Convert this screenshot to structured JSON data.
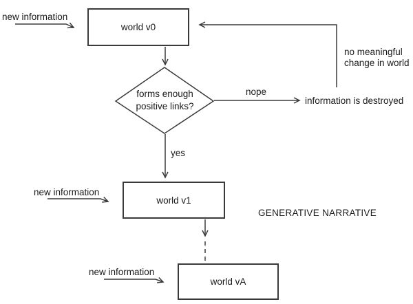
{
  "diagram": {
    "caption": "GENERATIVE NARRATIVE",
    "colors": {
      "background": "#ffffff",
      "line": "#3a3a3a",
      "text": "#1a1a1a"
    },
    "nodes": [
      {
        "id": "world-v0",
        "label": "world v0"
      },
      {
        "id": "world-v1",
        "label": "world v1"
      },
      {
        "id": "world-vA",
        "label": "world vA"
      }
    ],
    "decision": {
      "line1": "forms enough",
      "line2": "positive links?"
    },
    "edge_labels": {
      "nope": "nope",
      "yes": "yes",
      "no_change_line1": "no meaningful",
      "no_change_line2": "change in world",
      "destroyed": "information is destroyed"
    },
    "new_information_labels": [
      "new information",
      "new information",
      "new information"
    ]
  }
}
